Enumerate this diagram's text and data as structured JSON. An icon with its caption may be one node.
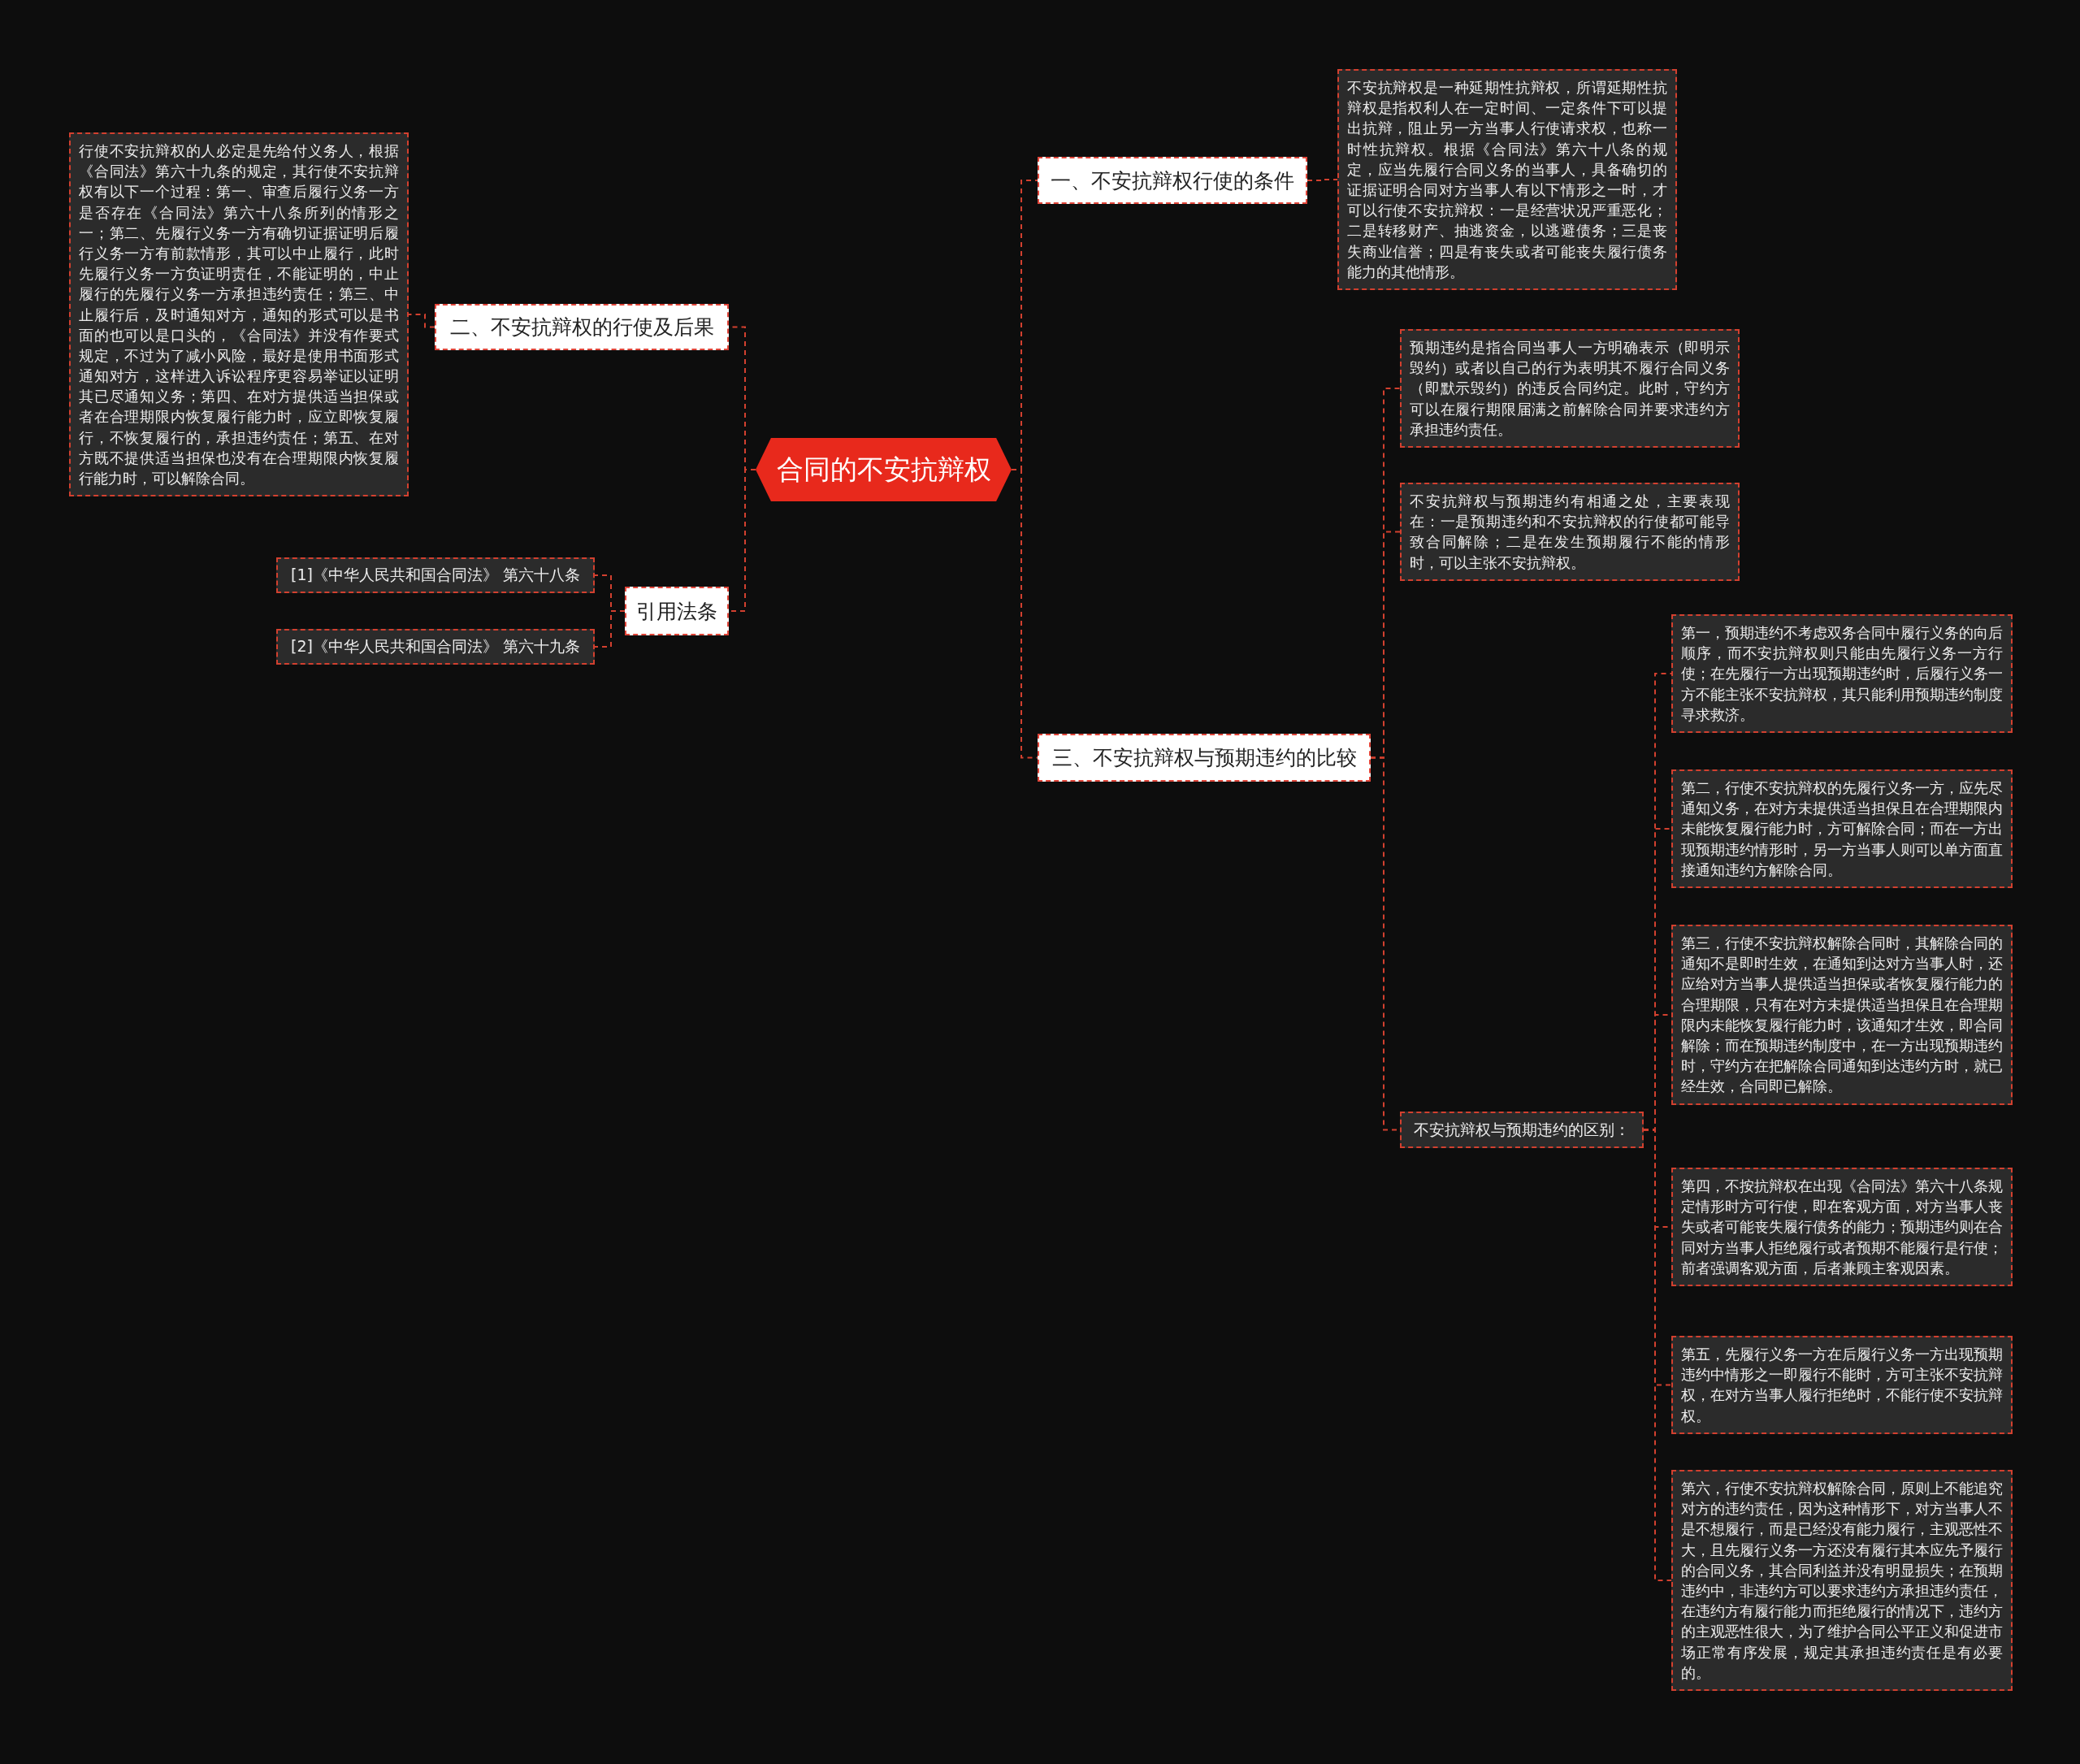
{
  "diagram": {
    "nodes": [
      {
        "text": [
          "合同的不安抗辩权"
        ]
      },
      {
        "text": [
          "一、不安抗辩权行使的条件"
        ]
      },
      {
        "text": [
          "不安抗辩权是一种延期性抗辩权，所谓延期性抗辩权是指权利人在一定时间、一定条件下可以提出抗辩，阻止另一方当事人行使请求权，也称一时性抗辩权。根据《合同法》第六十八条的规定，应当先履行合同义务的当事人，具备确切的证据证明合同对方当事人有以下情形之一时，才可以行使不安抗辩权：一是经营状况严重恶化；二是转移财产、抽逃资金，以逃避债务；三是丧失商业信誉；四是有丧失或者可能丧失履行债务能力的其他情形。"
        ]
      },
      {
        "text": [
          "二、不安抗辩权的行使及后果"
        ]
      },
      {
        "text": [
          "行使不安抗辩权的人必定是先给付义务人，根据《合同法》第六十九条的规定，其行使不安抗辩权有以下一个过程：第一、审查后履行义务一方是否存在《合同法》第六十八条所列的情形之一；第二、先履行义务一方有确切证据证明后履行义务一方有前款情形，其可以中止履行，此时先履行义务一方负证明责任，不能证明的，中止履行的先履行义务一方承担违约责任；第三、中止履行后，及时通知对方，通知的形式可以是书面的也可以是口头的，《合同法》并没有作要式规定，不过为了减小风险，最好是使用书面形式通知对方，这样进入诉讼程序更容易举证以证明其已尽通知义务；第四、在对方提供适当担保或者在合理期限内恢复履行能力时，应立即恢复履行，不恢复履行的，承担违约责任；第五、在对方既不提供适当担保也没有在合理期限内恢复履行能力时，可以解除合同。"
        ]
      },
      {
        "text": [
          "引用法条"
        ]
      },
      {
        "text": [
          "[1]《中华人民共和国合同法》 第六十八条"
        ]
      },
      {
        "text": [
          "[2]《中华人民共和国合同法》 第六十九条"
        ]
      },
      {
        "text": [
          "三、不安抗辩权与预期违约的比较"
        ]
      },
      {
        "text": [
          "预期违约是指合同当事人一方明确表示（即明示毁约）或者以自己的行为表明其不履行合同义务（即默示毁约）的违反合同约定。此时，守约方可以在履行期限届满之前解除合同并要求违约方承担违约责任。"
        ]
      },
      {
        "text": [
          "不安抗辩权与预期违约有相通之处，主要表现在：一是预期违约和不安抗辩权的行使都可能导致合同解除；二是在发生预期履行不能的情形时，可以主张不安抗辩权。"
        ]
      },
      {
        "text": [
          "不安抗辩权与预期违约的区别："
        ]
      },
      {
        "text": [
          "第一，预期违约不考虑双务合同中履行义务的向后顺序，而不安抗辩权则只能由先履行义务一方行使；在先履行一方出现预期违约时，后履行义务一方不能主张不安抗辩权，其只能利用预期违约制度寻求救济。"
        ]
      },
      {
        "text": [
          "第二，行使不安抗辩权的先履行义务一方，应先尽通知义务，在对方未提供适当担保且在合理期限内未能恢复履行能力时，方可解除合同；而在一方出现预期违约情形时，另一方当事人则可以单方面直接通知违约方解除合同。"
        ]
      },
      {
        "text": [
          "第三，行使不安抗辩权解除合同时，其解除合同的通知不是即时生效，在通知到达对方当事人时，还应给对方当事人提供适当担保或者恢复履行能力的合理期限，只有在对方未提供适当担保且在合理期限内未能恢复履行能力时，该通知才生效，即合同解除；而在预期违约制度中，在一方出现预期违约时，守约方在把解除合同通知到达违约方时，就已经生效，合同即已解除。"
        ]
      },
      {
        "text": [
          "第四，不按抗辩权在出现《合同法》第六十八条规定情形时方可行使，即在客观方面，对方当事人丧失或者可能丧失履行债务的能力；预期违约则在合同对方当事人拒绝履行或者预期不能履行是行使；前者强调客观方面，后者兼顾主客观因素。"
        ]
      },
      {
        "text": [
          "第五，先履行义务一方在后履行义务一方出现预期违约中情形之一即履行不能时，方可主张不安抗辩权，在对方当事人履行拒绝时，不能行使不安抗辩权。"
        ]
      },
      {
        "text": [
          "第六，行使不安抗辩权解除合同，原则上不能追究对方的违约责任，因为这种情形下，对方当事人不是不想履行，而是已经没有能力履行，主观恶性不大，且先履行义务一方还没有履行其本应先予履行的合同义务，其合同利益并没有明显损失；在预期违约中，非违约方可以要求违约方承担违约责任，在违约方有履行能力而拒绝履行的情况下，违约方的主观恶性很大，为了维护合同公平正义和促进市场正常有序发展，规定其承担违约责任是有必要的。"
        ]
      }
    ],
    "edges": [
      {
        "from": 0,
        "to": 1,
        "arrow": "none"
      },
      {
        "from": 1,
        "to": 2,
        "arrow": "none"
      },
      {
        "from": 0,
        "to": 3,
        "arrow": "none"
      },
      {
        "from": 3,
        "to": 4,
        "arrow": "none"
      },
      {
        "from": 0,
        "to": 5,
        "arrow": "none"
      },
      {
        "from": 5,
        "to": 6,
        "arrow": "none"
      },
      {
        "from": 5,
        "to": 7,
        "arrow": "none"
      },
      {
        "from": 0,
        "to": 8,
        "arrow": "none"
      },
      {
        "from": 8,
        "to": 9,
        "arrow": "none"
      },
      {
        "from": 8,
        "to": 10,
        "arrow": "none"
      },
      {
        "from": 8,
        "to": 11,
        "arrow": "none"
      },
      {
        "from": 11,
        "to": 12,
        "arrow": "none"
      },
      {
        "from": 11,
        "to": 13,
        "arrow": "none"
      },
      {
        "from": 11,
        "to": 14,
        "arrow": "none"
      },
      {
        "from": 11,
        "to": 15,
        "arrow": "none"
      },
      {
        "from": 11,
        "to": 16,
        "arrow": "none"
      },
      {
        "from": 11,
        "to": 17,
        "arrow": "none"
      }
    ]
  }
}
